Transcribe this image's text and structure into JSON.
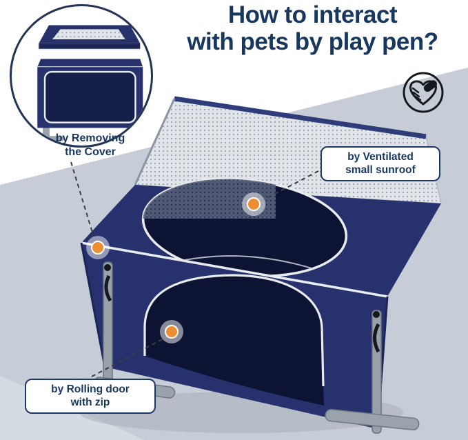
{
  "heading": {
    "line1": "How to interact",
    "line2": "with pets by play pen?"
  },
  "callouts": {
    "cover": {
      "line1": "by Removing",
      "line2": "the Cover"
    },
    "sunroof": {
      "line1": "by Ventilated",
      "line2": "small sunroof"
    },
    "door": {
      "line1": "by Rolling door",
      "line2": "with zip"
    }
  },
  "colors": {
    "heading_navy": "#17375f",
    "pen_navy": "#26316e",
    "pen_navy_dark": "#0d1433",
    "accent_orange": "#ec8f33",
    "backdrop_gray": "#c7cdd6",
    "piping_white": "#e9ebee"
  },
  "icons": {
    "hand_heart": "hand-heart-icon",
    "inset": "cover-inset-circle",
    "dot": "feature-dot"
  }
}
